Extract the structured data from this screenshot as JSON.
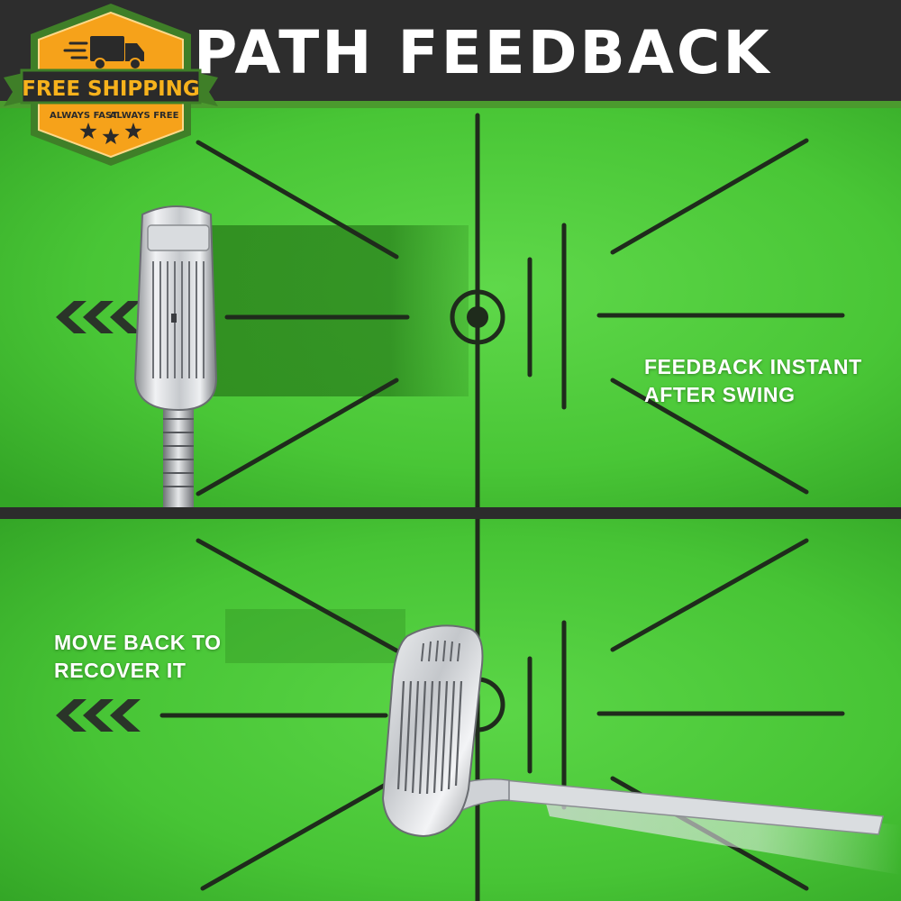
{
  "header": {
    "title": "PATH FEEDBACK"
  },
  "badge": {
    "label": "FREE SHIPPING",
    "tagline_left": "ALWAYS FAST",
    "tagline_right": "ALWAYS FREE",
    "icon": "delivery-truck-icon",
    "star_count": 3,
    "colors": {
      "frame": "#3f7f28",
      "fill": "#f6a21a",
      "ribbon": "#2a2a2a",
      "ribbon_text": "#f7b21c",
      "stars": "#2a2a2a"
    }
  },
  "panels": [
    {
      "caption_lines": [
        "FEEDBACK INSTANT",
        "AFTER SWING"
      ],
      "arrow_icon": "triple-chevron-left-icon"
    },
    {
      "caption_lines": [
        "MOVE BACK TO",
        "RECOVER IT"
      ],
      "arrow_icon": "triple-chevron-left-icon"
    }
  ],
  "colors": {
    "mat_green": "#45c233",
    "mat_light": "#5fd84a",
    "mark_line": "#1f2b1c",
    "header_bg": "#2d2d2d",
    "text": "#ffffff"
  }
}
